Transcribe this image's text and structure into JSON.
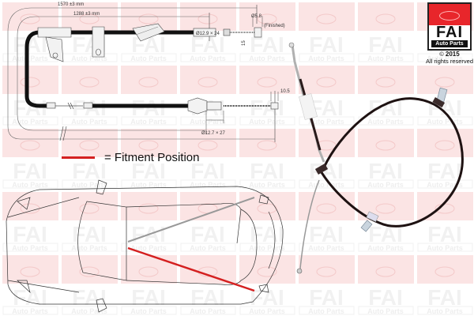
{
  "brand": {
    "name": "FAI",
    "sub": "Auto Parts",
    "copyright_symbol": "©",
    "year": "2015",
    "rights": "All rights reserved",
    "accent": "#e8262b"
  },
  "legend": {
    "label": "= Fitment Position",
    "line_color": "#d42020"
  },
  "diagram": {
    "dimensions": {
      "overall_length": "1570 ±3 mm",
      "inner_length": "1288 ±3 mm",
      "fitting_1": "Ø12.9 × 24",
      "fitting_2": "Ø12.7 × 27",
      "end_diameter": "Ø5.8",
      "end_note": "(Finished)",
      "end_offset": "15",
      "tip_length": "10.5"
    },
    "watermark": {
      "text": "FAI",
      "sub": "Auto Parts",
      "tile_color": "#fbe3e3"
    }
  },
  "car_view": {
    "fitment_line_color": "#d42020",
    "other_line_color": "#999999"
  }
}
